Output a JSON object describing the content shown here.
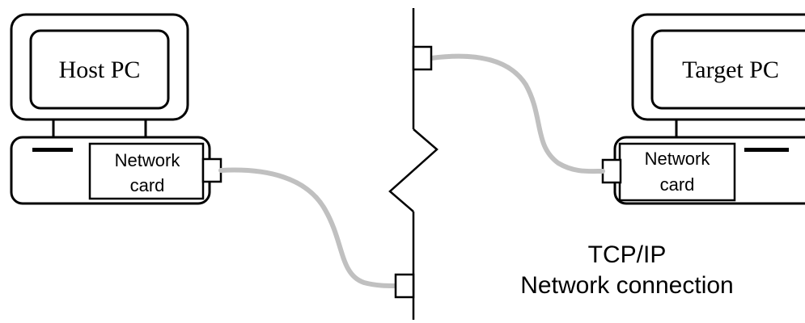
{
  "host": {
    "screen_label": "Host PC",
    "card_label_line1": "Network",
    "card_label_line2": "card"
  },
  "target": {
    "screen_label": "Target PC",
    "card_label_line1": "Network",
    "card_label_line2": "card"
  },
  "connection": {
    "label_line1": "TCP/IP",
    "label_line2": "Network connection"
  },
  "colors": {
    "stroke": "#000000",
    "cable": "#c0c0c0",
    "background": "#ffffff"
  }
}
